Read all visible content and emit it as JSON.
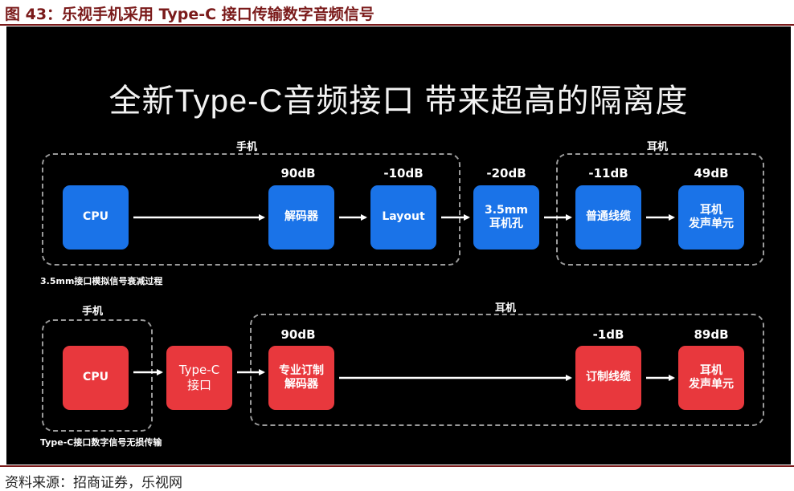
{
  "figure_caption": "图 43：乐视手机采用 Type-C 接口传输数字音频信号",
  "diagram": {
    "title": "全新Type-C音频接口 带来超高的隔离度",
    "analog": {
      "phone_group_label": "手机",
      "earphone_group_label": "耳机",
      "nodes": [
        {
          "label": "CPU",
          "db": ""
        },
        {
          "label": "解码器",
          "db": "90dB"
        },
        {
          "label": "Layout",
          "db": "-10dB"
        },
        {
          "label": "3.5mm\n耳机孔",
          "db": "-20dB"
        },
        {
          "label": "普通线缆",
          "db": "-11dB"
        },
        {
          "label": "耳机\n发声单元",
          "db": "49dB"
        }
      ],
      "caption": "3.5mm接口模拟信号衰减过程"
    },
    "digital": {
      "phone_group_label": "手机",
      "earphone_group_label": "耳机",
      "nodes": [
        {
          "label": "CPU",
          "db": ""
        },
        {
          "label": "Type-C\n接口",
          "db": ""
        },
        {
          "label": "专业订制\n解码器",
          "db": "90dB"
        },
        {
          "label": "订制线缆",
          "db": "-1dB"
        },
        {
          "label": "耳机\n发声单元",
          "db": "89dB"
        }
      ],
      "caption": "Type-C接口数字信号无损传输"
    },
    "colors": {
      "analog_node": "#1a73e8",
      "digital_node": "#e8383d",
      "background": "#000000"
    }
  },
  "source": "资料来源：招商证券，乐视网"
}
